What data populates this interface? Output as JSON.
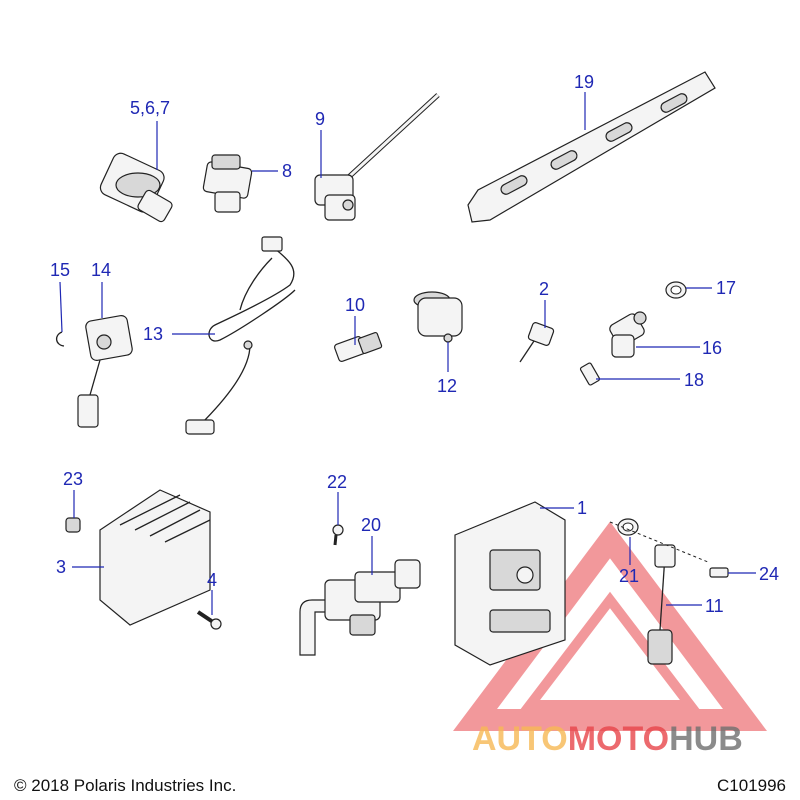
{
  "callouts": {
    "c567": "5,6,7",
    "c8": "8",
    "c9": "9",
    "c19": "19",
    "c15": "15",
    "c14": "14",
    "c13": "13",
    "c10": "10",
    "c12": "12",
    "c2": "2",
    "c17": "17",
    "c16": "16",
    "c18": "18",
    "c23": "23",
    "c3": "3",
    "c4": "4",
    "c22": "22",
    "c20": "20",
    "c1": "1",
    "c21": "21",
    "c24": "24",
    "c11": "11"
  },
  "watermark": {
    "part1": "AUTO",
    "part2": "MOTO",
    "part3": "HUB",
    "color_orange": "#f7b955",
    "color_red": "#e8454a",
    "color_gray": "#6f6f6f"
  },
  "footer": {
    "copyright": "© 2018 Polaris Industries Inc.",
    "drawing_id": "C101996"
  },
  "colors": {
    "callout": "#1f28b4",
    "linework": "#222222"
  }
}
